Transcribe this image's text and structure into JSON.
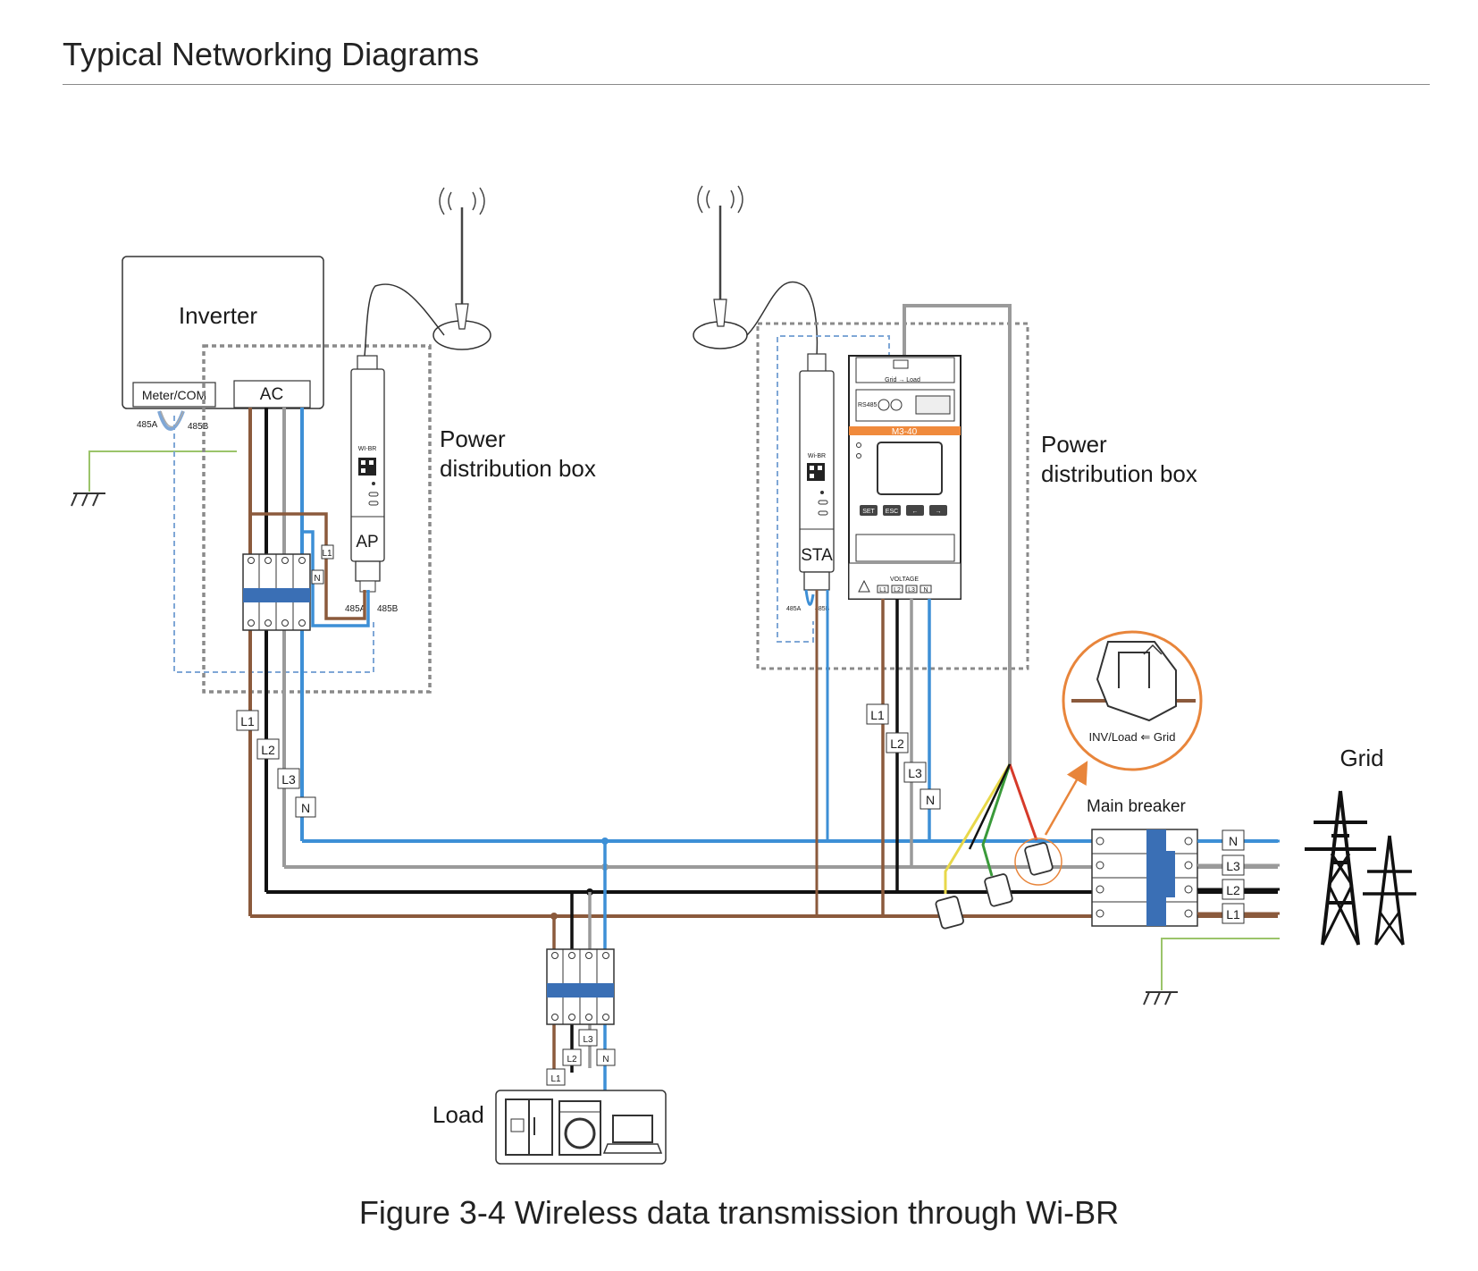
{
  "header": {
    "title": "Typical Networking Diagrams"
  },
  "caption": "Figure 3-4  Wireless data transmission through Wi-BR",
  "inverter": {
    "label": "Inverter",
    "port_meter": "Meter/COM",
    "port_ac": "AC",
    "pin_a": "485A",
    "pin_b": "485B"
  },
  "left_box": {
    "line1": "Power",
    "line2": "distribution box"
  },
  "right_box": {
    "line1": "Power",
    "line2": "distribution box"
  },
  "wibr_ap": {
    "brand": "WI-BR",
    "mode": "AP",
    "pin_a": "485A",
    "pin_b": "485B"
  },
  "wibr_sta": {
    "brand": "Wi-BR",
    "mode": "STA",
    "pin_a": "485A",
    "pin_b": "485B"
  },
  "meter": {
    "model": "M3-40",
    "top_label": "Grid → Load",
    "port_label": "RS485",
    "voltage_label": "VOLTAGE",
    "buttons": [
      "SET",
      "ESC",
      "←",
      "→"
    ],
    "terminals": [
      "L1",
      "L2",
      "L3",
      "N"
    ]
  },
  "phase_tags": {
    "l1": "L1",
    "l2": "L2",
    "l3": "L3",
    "n": "N"
  },
  "ct_callout": {
    "text": "INV/Load ⇐ Grid"
  },
  "main_breaker": {
    "label": "Main breaker"
  },
  "grid": {
    "label": "Grid"
  },
  "load": {
    "label": "Load"
  },
  "colors": {
    "l1": "#8B5A3C",
    "l2": "#111111",
    "l3": "#9a9a9a",
    "n": "#3d8fd6",
    "ground": "#9bc46a",
    "accent": "#e8853b",
    "rs485": "#7fa7d6",
    "dashed": "#8a8a8a",
    "meter_orange": "#f08a3c"
  }
}
